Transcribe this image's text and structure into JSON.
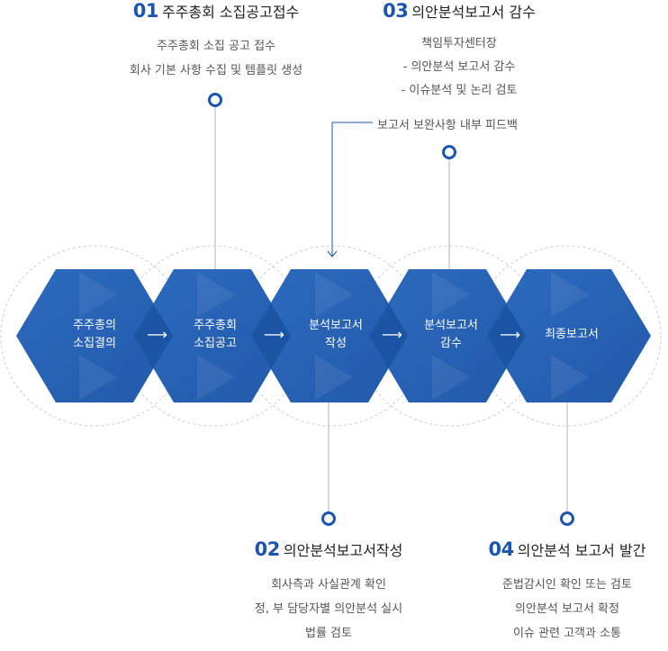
{
  "steps": [
    {
      "num": "01",
      "title": "주주총회 소집공고접수",
      "lines": [
        "주주총회 소집 공고 접수",
        "회사 기본 사항 수집 및 템플릿 생성"
      ]
    },
    {
      "num": "02",
      "title": "의안분석보고서작성",
      "lines": [
        "회사측과 사실관계 확인",
        "정, 부 담당자별 의안분석 실시",
        "법률 검토"
      ]
    },
    {
      "num": "03",
      "title": "의안분석보고서 감수",
      "lines": [
        "책임투자센터장",
        "- 의안분석 보고서 감수",
        "- 이슈분석 및 논리 검토"
      ]
    },
    {
      "num": "04",
      "title": "의안분석 보고서 발간",
      "lines": [
        "준법감시인 확인 또는 검토",
        "의안분석 보고서 확정",
        "이슈 관련 고객과 소통"
      ]
    }
  ],
  "feedback": "보고서 보완사항 내부 피드백",
  "process": [
    {
      "line1": "주주총의",
      "line2": "소집결의"
    },
    {
      "line1": "주주총회",
      "line2": "소집공고"
    },
    {
      "line1": "분석보고서",
      "line2": "작성"
    },
    {
      "line1": "분석보고서",
      "line2": "감수"
    },
    {
      "line1": "최종보고서",
      "line2": ""
    }
  ],
  "arrow_glyph": "⟶",
  "colors": {
    "accent": "#1a56b0",
    "hex": "#1f5fb6",
    "hex_light": "#3a7bd0",
    "ring": "#c8c8c8",
    "connector": "#b5b5b5"
  }
}
